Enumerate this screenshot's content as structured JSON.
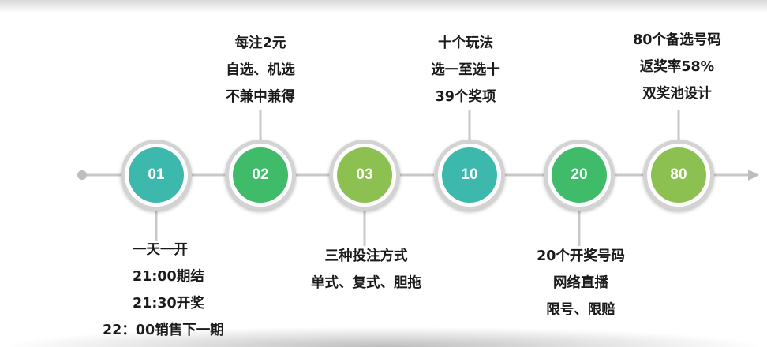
{
  "steps": [
    {
      "label": "01",
      "color": "#3cb8ad",
      "lines": [
        "一天一开",
        "21:00期结",
        "21:30开奖",
        "22：00销售下一期"
      ]
    },
    {
      "label": "02",
      "color": "#3fbb6a",
      "lines": [
        "每注2元",
        "自选、机选",
        "不兼中兼得"
      ]
    },
    {
      "label": "03",
      "color": "#8cc152",
      "lines": [
        "三种投注方式",
        "单式、复式、胆拖"
      ]
    },
    {
      "label": "10",
      "color": "#3cb8ad",
      "lines": [
        "十个玩法",
        "选一至选十",
        "39个奖项"
      ]
    },
    {
      "label": "20",
      "color": "#3fbb6a",
      "lines": [
        "20个开奖号码",
        "网络直播",
        "限号、限赔"
      ]
    },
    {
      "label": "80",
      "color": "#8cc152",
      "lines": [
        "80个备选号码",
        "返奖率58%",
        "双奖池设计"
      ]
    }
  ]
}
